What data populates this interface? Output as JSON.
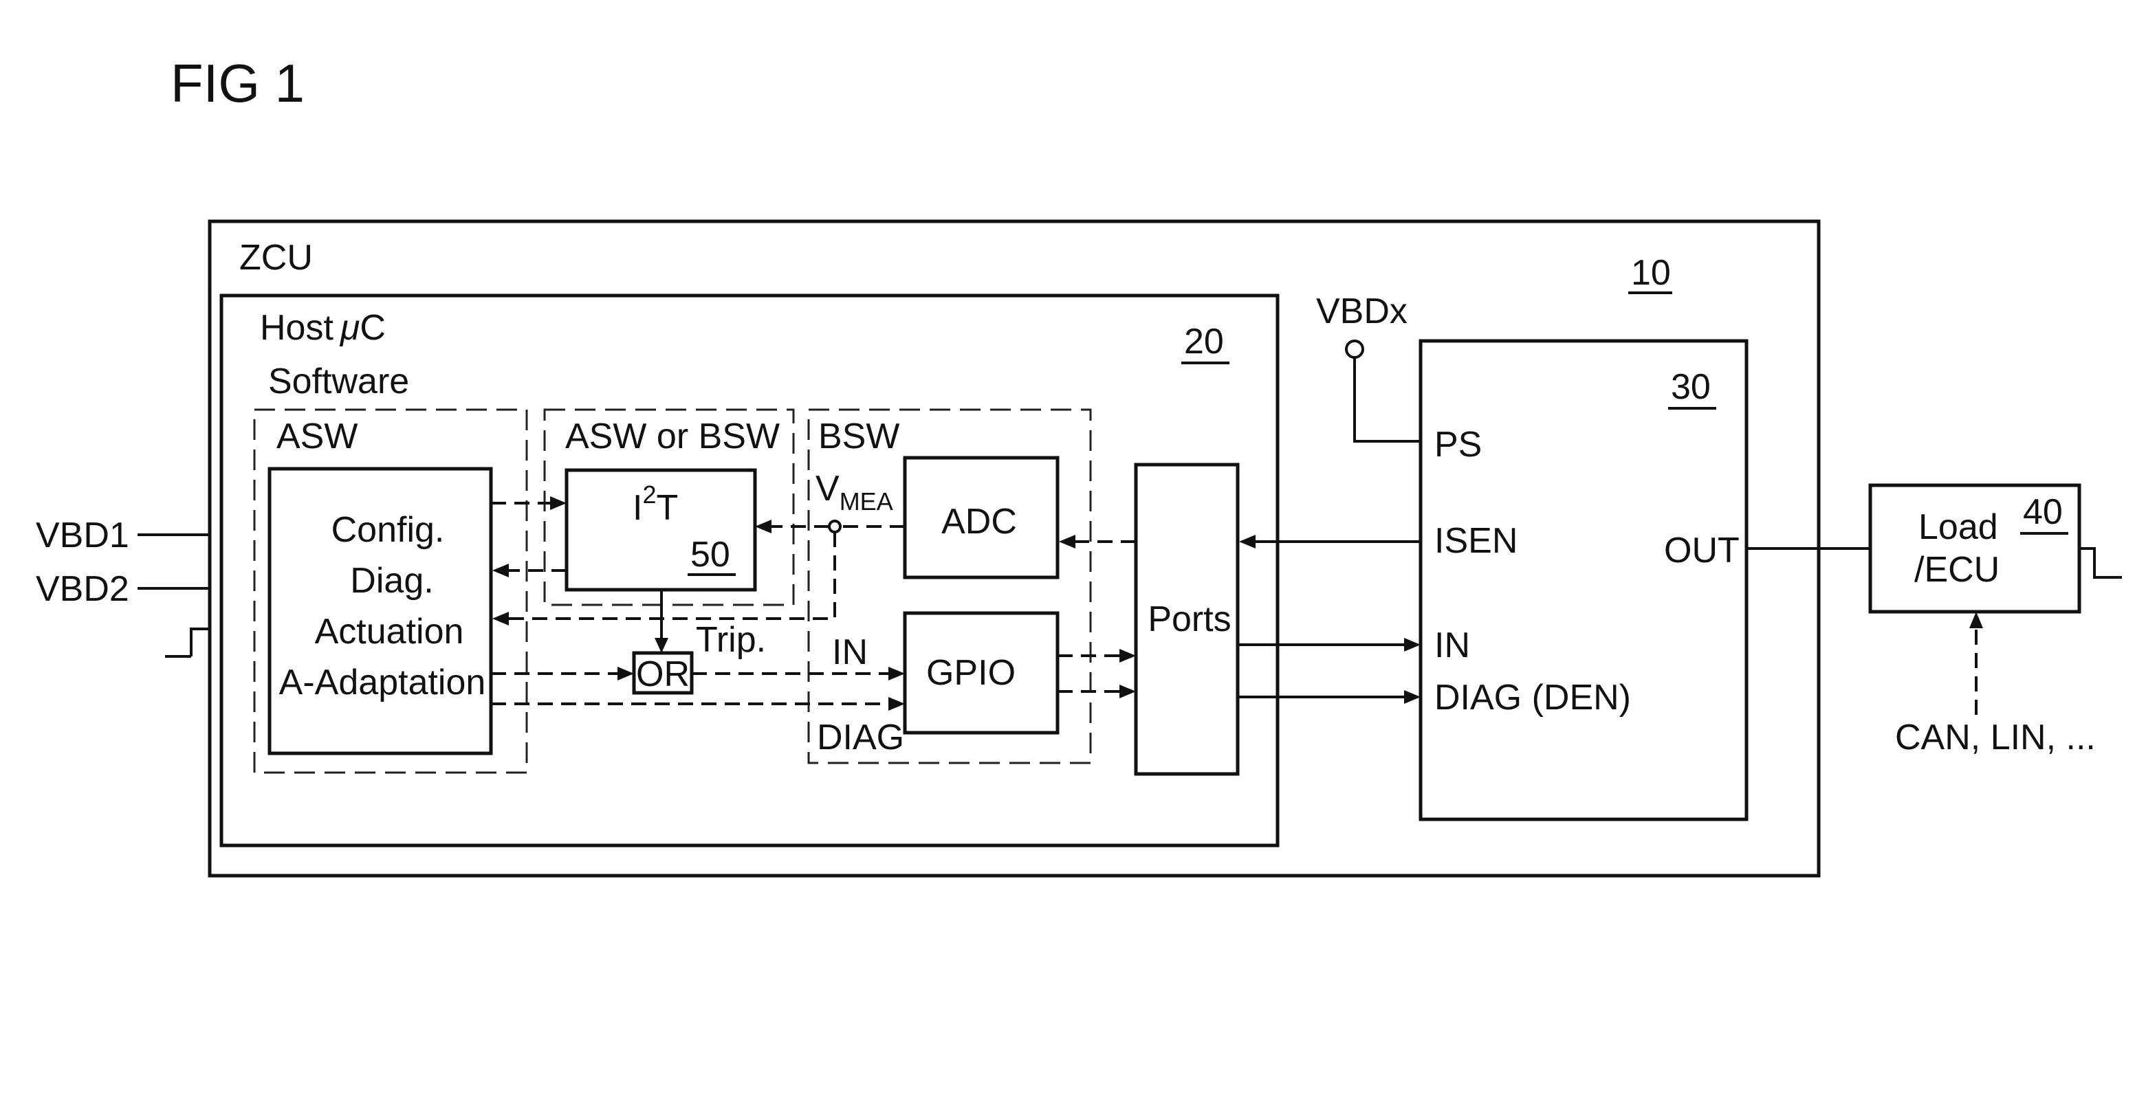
{
  "figure": {
    "title": "FIG 1"
  },
  "zcu": {
    "label": "ZCU",
    "ref": "10"
  },
  "inputs": {
    "vbd1": "VBD1",
    "vbd2": "VBD2",
    "vbdx": "VBDx"
  },
  "host": {
    "line1": "Host",
    "mu": "μ",
    "c": "C",
    "line2": "Software",
    "ref": "20"
  },
  "asw": {
    "label": "ASW",
    "functions": [
      "Config.",
      "Diag.",
      "Actuation",
      "A-Adaptation"
    ]
  },
  "asw_bsw": {
    "label": "ASW or BSW"
  },
  "i2t": {
    "i": "I",
    "exp": "2",
    "t": "T",
    "ref": "50"
  },
  "bsw": {
    "label": "BSW",
    "v": "V",
    "vsub": "MEA",
    "adc": "ADC",
    "gpio": "GPIO"
  },
  "signals": {
    "trip": "Trip.",
    "or": "OR",
    "in": "IN",
    "diag": "DIAG"
  },
  "ports": {
    "label": "Ports"
  },
  "switch": {
    "ref": "30",
    "ps": "PS",
    "isen": "ISEN",
    "in": "IN",
    "diag": "DIAG (DEN)",
    "out": "OUT"
  },
  "load": {
    "line1": "Load",
    "line2": "/ECU",
    "ref": "40"
  },
  "bus": {
    "label": "CAN, LIN, ..."
  }
}
